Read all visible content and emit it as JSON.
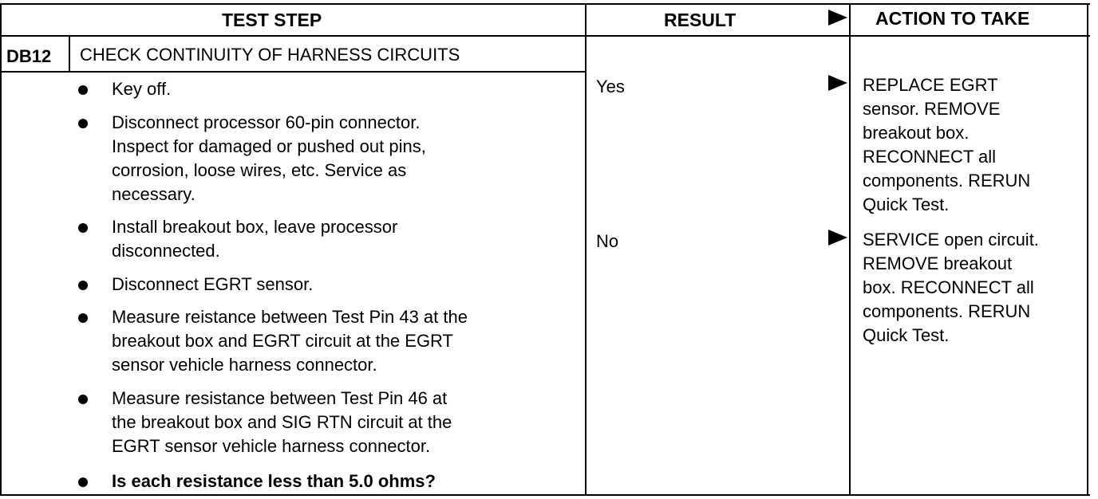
{
  "headers": {
    "test_step": "TEST STEP",
    "result": "RESULT",
    "action": "ACTION TO TAKE"
  },
  "step": {
    "code": "DB12",
    "title": "CHECK CONTINUITY OF HARNESS CIRCUITS",
    "bullets": [
      {
        "lines": [
          "Key off."
        ]
      },
      {
        "lines": [
          "Disconnect processor 60-pin connector.",
          "Inspect for damaged or pushed out pins,",
          "corrosion, loose wires, etc. Service as",
          "necessary."
        ]
      },
      {
        "lines": [
          "Install breakout box, leave processor",
          "disconnected."
        ]
      },
      {
        "lines": [
          "Disconnect EGRT sensor."
        ]
      },
      {
        "lines": [
          "Measure reistance between Test Pin 43 at the",
          "breakout box and EGRT circuit at the EGRT",
          "sensor vehicle harness connector."
        ]
      },
      {
        "lines": [
          "Measure resistance between Test Pin 46 at",
          "the breakout box and SIG RTN circuit at the",
          "EGRT sensor vehicle harness connector."
        ]
      },
      {
        "lines": [
          "Is each resistance less than 5.0 ohms?"
        ]
      }
    ]
  },
  "results": [
    {
      "label": "Yes",
      "action_lines": [
        "REPLACE EGRT",
        "sensor. REMOVE",
        "breakout box.",
        "RECONNECT all",
        "components. RERUN",
        "Quick Test."
      ]
    },
    {
      "label": "No",
      "action_lines": [
        "SERVICE open circuit.",
        "REMOVE breakout",
        "box. RECONNECT all",
        "components. RERUN",
        "Quick Test."
      ]
    }
  ]
}
